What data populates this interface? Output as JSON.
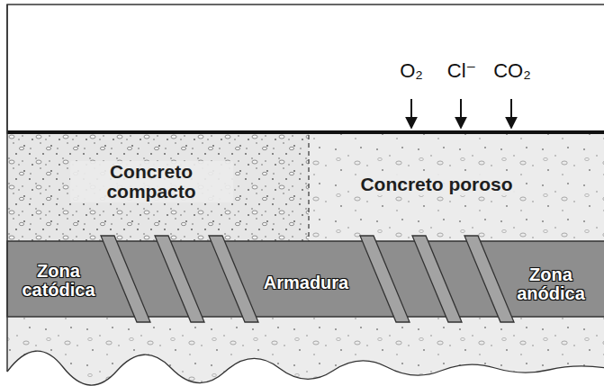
{
  "diagram": {
    "nodes": [
      {
        "text": [
          "Concreto compacto"
        ]
      },
      {
        "text": [
          "Concreto poroso"
        ]
      },
      {
        "text": [
          "Zona catódica",
          "Armadura",
          "Zona anódica"
        ]
      }
    ],
    "labels": [
      "O₂",
      "Cl⁻",
      "CO₂"
    ]
  }
}
